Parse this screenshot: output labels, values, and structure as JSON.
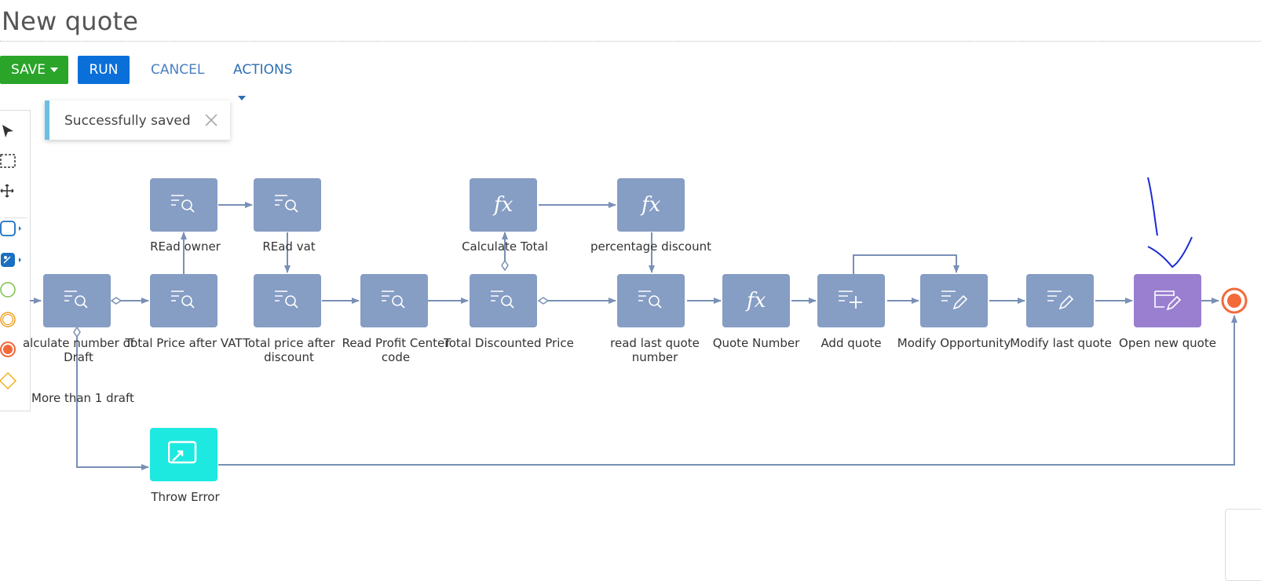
{
  "page": {
    "title": "New quote"
  },
  "toolbar": {
    "save": "SAVE",
    "run": "RUN",
    "cancel": "CANCEL",
    "actions": "ACTIONS"
  },
  "toast": {
    "message": "Successfully saved"
  },
  "process": {
    "nodes": {
      "calc_drafts": "alculate number of Draft",
      "total_vat": "Total Price after VAT",
      "read_owner": "REad owner",
      "read_vat": "REad vat",
      "total_after_discount": "Total price after discount",
      "read_profit": "Read Profit Center code",
      "total_discounted": "Total Discounted Price",
      "calc_total": "Calculate Total",
      "pct_discount": "percentage discount",
      "read_last_quote": "read last quote number",
      "quote_number": "Quote Number",
      "add_quote": "Add quote",
      "modify_opportunity": "Modify Opportunity",
      "modify_last_quote": "Modify last quote",
      "open_new_quote": "Open new quote",
      "throw_error": "Throw Error"
    },
    "gateway_label": "More than 1 draft"
  },
  "colors": {
    "task": "#869dc4",
    "highlight": "#9a7fd0",
    "error_task": "#1de9e0",
    "save": "#2aa52a",
    "run": "#0a6fd9"
  }
}
